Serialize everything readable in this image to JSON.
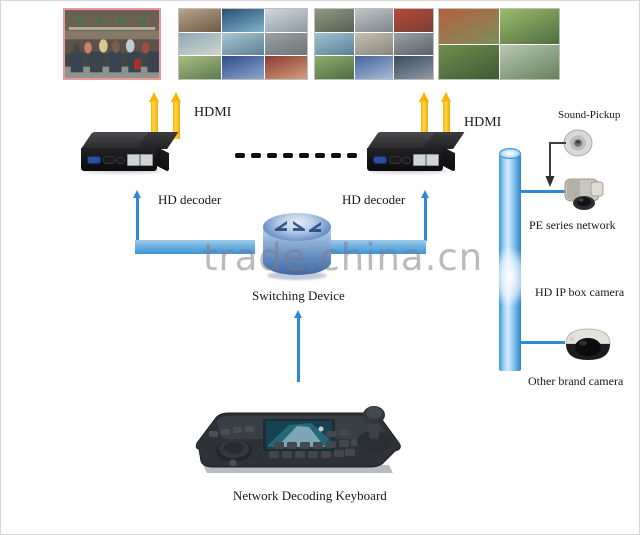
{
  "diagram": {
    "title": "Network Video Decoding System Topology",
    "watermark": "trade.china.cn",
    "background_color": "#ffffff"
  },
  "colors": {
    "hdmi_arrow": "#f8b400",
    "network_line": "#2e8ad6",
    "pipe": "#4f9fdb",
    "switch_body": "#5b84bd",
    "dash": "#101010",
    "screen1_border": "#e89a9a",
    "screen_border": "#bfbfbf"
  },
  "displays": [
    {
      "name": "display-subway-single",
      "layout": "1x1",
      "tiles": [
        "subway-turnstiles"
      ],
      "tile_colors": [
        [
          "#6e6354",
          "#8c7f6a",
          "#4a5a58",
          "#9aa19b"
        ]
      ]
    },
    {
      "name": "display-grid-nine-a",
      "layout": "3x3",
      "tiles": [
        "plaza-monument",
        "city-night",
        "flags-plaza",
        "waterfront",
        "glass-building",
        "parking-lot",
        "lobby-interior",
        "atrium",
        "street-market"
      ]
    },
    {
      "name": "display-grid-nine-b",
      "layout": "3x3",
      "tiles": [
        "indoor-hall",
        "warehouse",
        "machinery",
        "office-block",
        "rooftop",
        "equipment",
        "garden-view",
        "pool-area",
        "vehicle-lot"
      ]
    },
    {
      "name": "display-grid-three-c",
      "layout": "2x2",
      "tiles": [
        "residential-block",
        "park-trees",
        "garden-path",
        "boulevard"
      ]
    }
  ],
  "labels": {
    "hdmi_left": "HDMI",
    "hdmi_right": "HDMI",
    "hd_decoder_left": "HD decoder",
    "hd_decoder_right": "HD decoder",
    "switching_device": "Switching Device",
    "sound_pickup": "Sound-Pickup",
    "pe_series_network": "PE   series   network",
    "hd_ip_box_camera": "HD IP box camera",
    "other_brand_camera": "Other brand camera",
    "network_decoding_keyboard": "Network Decoding Keyboard"
  },
  "devices": [
    {
      "name": "hd-decoder-left",
      "label": "HD decoder",
      "type": "decoder"
    },
    {
      "name": "hd-decoder-right",
      "label": "HD decoder",
      "type": "decoder"
    },
    {
      "name": "switching-device",
      "label": "Switching Device",
      "type": "switch"
    },
    {
      "name": "sound-pickup-microphone",
      "label": "Sound-Pickup",
      "type": "microphone"
    },
    {
      "name": "pe-series-network-camera",
      "label": "PE   series   network",
      "type": "ptz-camera"
    },
    {
      "name": "other-brand-dome-camera",
      "label": "Other brand camera",
      "type": "dome-camera"
    },
    {
      "name": "hd-ip-box-camera-trunk",
      "label": "HD IP box camera",
      "type": "network-trunk"
    },
    {
      "name": "network-decoding-keyboard",
      "label": "Network Decoding Keyboard",
      "type": "keyboard"
    }
  ],
  "connections": [
    {
      "from": "hd-decoder-left",
      "to": "display-subway-single",
      "kind": "hdmi",
      "label": "HDMI"
    },
    {
      "from": "hd-decoder-left",
      "to": "display-grid-nine-a",
      "kind": "hdmi",
      "label": "HDMI"
    },
    {
      "from": "hd-decoder-right",
      "to": "display-grid-nine-b",
      "kind": "hdmi",
      "label": "HDMI"
    },
    {
      "from": "hd-decoder-right",
      "to": "display-grid-three-c",
      "kind": "hdmi",
      "label": "HDMI"
    },
    {
      "from": "switching-device",
      "to": "hd-decoder-left",
      "kind": "network",
      "label": ""
    },
    {
      "from": "switching-device",
      "to": "hd-decoder-right",
      "kind": "network",
      "label": ""
    },
    {
      "from": "network-decoding-keyboard",
      "to": "switching-device",
      "kind": "network",
      "label": ""
    },
    {
      "from": "hd-ip-box-camera-trunk",
      "to": "pe-series-network-camera",
      "kind": "network",
      "label": ""
    },
    {
      "from": "hd-ip-box-camera-trunk",
      "to": "other-brand-dome-camera",
      "kind": "network",
      "label": ""
    },
    {
      "from": "sound-pickup-microphone",
      "to": "pe-series-network-camera",
      "kind": "audio",
      "label": ""
    }
  ],
  "dash_separator": {
    "name": "ellipsis-dashes",
    "count": 8
  }
}
